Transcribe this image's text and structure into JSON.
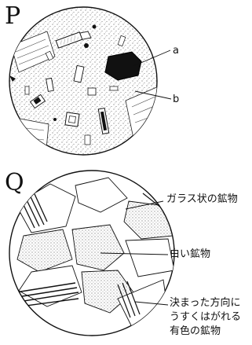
{
  "figure_p": {
    "letter": "P",
    "label_a": "a",
    "label_b": "b"
  },
  "figure_q": {
    "letter": "Q",
    "label_glass": "ガラス状の鉱物",
    "label_white": "白い鉱物",
    "label_colored": [
      "決まった方向に",
      "うすくはがれる",
      "有色の鉱物"
    ]
  }
}
